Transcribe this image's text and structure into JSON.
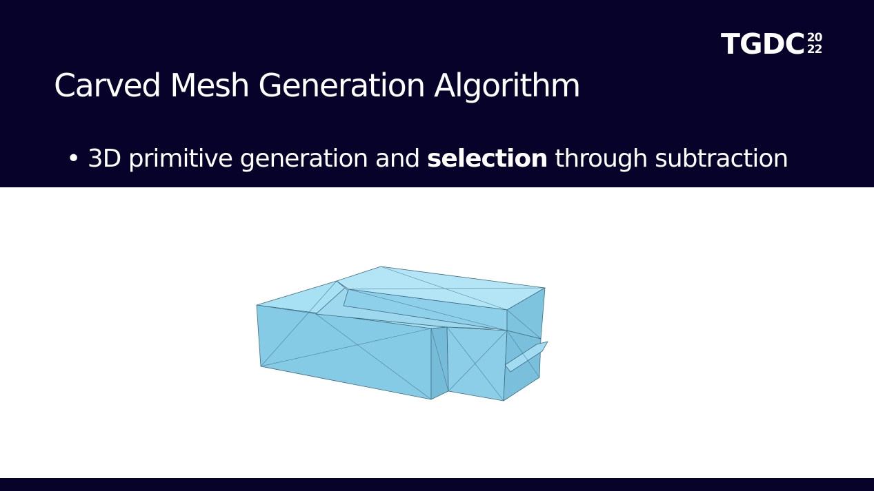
{
  "logo": {
    "main": "TGDC",
    "year_top": "20",
    "year_bottom": "22"
  },
  "slide": {
    "title": "Carved Mesh Generation Algorithm",
    "bullet": {
      "marker": "•",
      "before": "3D primitive generation and ",
      "emphasis": "selection",
      "after": " through subtraction"
    }
  },
  "colors": {
    "band": "#07022a",
    "text": "#ffffff",
    "mesh_fill": "#8fd3ee",
    "mesh_edge": "#3d6b7f"
  },
  "figure": {
    "icon": "carved-mesh-3d-render"
  }
}
